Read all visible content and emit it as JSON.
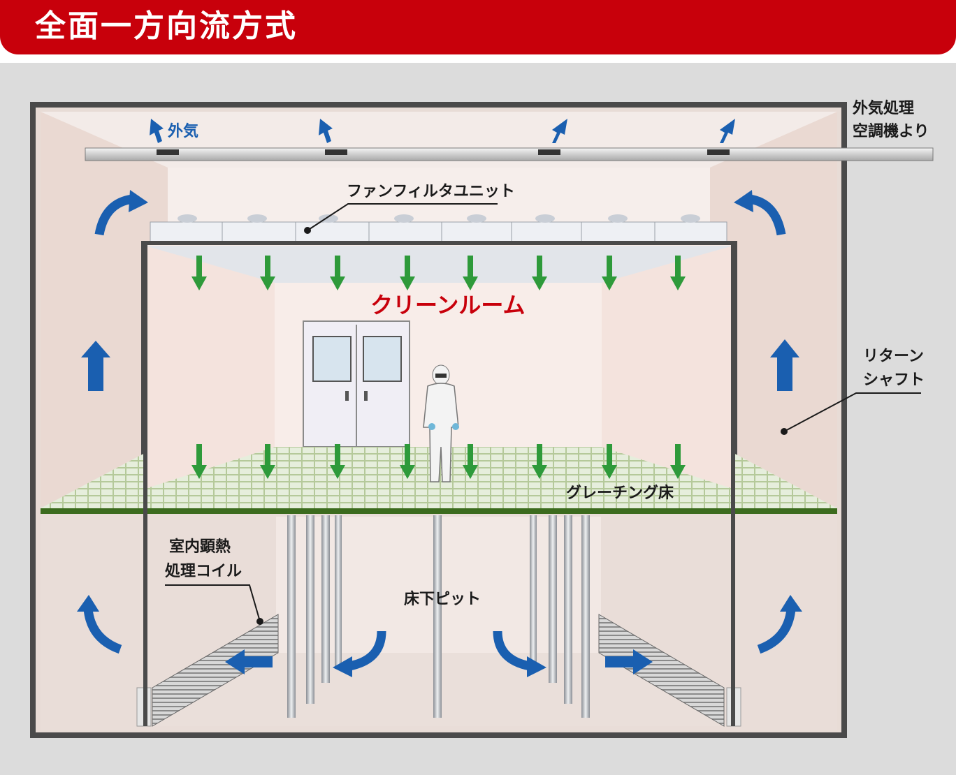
{
  "title": "全面一方向流方式",
  "colors": {
    "header_red": "#c8000b",
    "airflow_blue": "#1a5fb0",
    "downflow_green": "#2e9a3a",
    "grating_green": "#3c6b1e"
  },
  "labels": {
    "outside_air": "外気",
    "oa_unit_line1": "外気処理",
    "oa_unit_line2": "空調機より",
    "ffu": "ファンフィルタユニット",
    "clean_room": "クリーンルーム",
    "return_shaft_line1": "リターン",
    "return_shaft_line2": "シャフト",
    "grating_floor": "グレーチング床",
    "coil_line1": "室内顕熱",
    "coil_line2": "処理コイル",
    "pit": "床下ピット"
  },
  "icons": {
    "up_arrow": "up-arrow-icon",
    "down_arrow": "down-arrow-icon",
    "curved_arrow": "curved-arrow-icon",
    "worker": "cleanroom-worker-icon"
  }
}
